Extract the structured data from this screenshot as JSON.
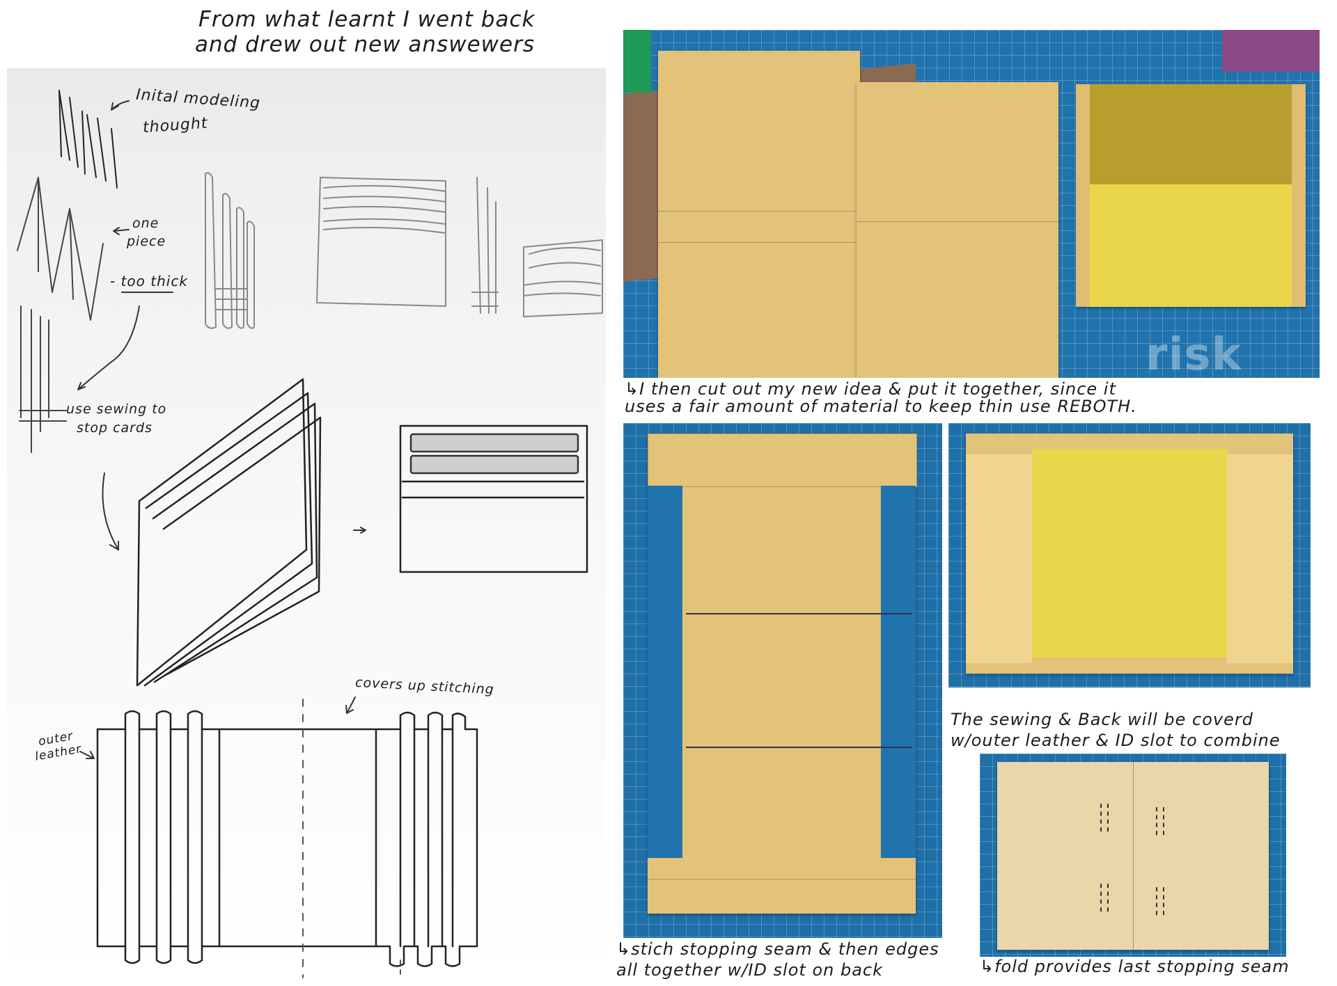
{
  "header": {
    "line1": "From what learnt I went back",
    "line2": "and drew out new answewers"
  },
  "sketch_notes": {
    "initial_modeling": "Inital modeling",
    "thought": "thought",
    "one": "one",
    "piece": "piece",
    "too_thick": "- too thick",
    "use_sewing": "use sewing to",
    "stop_cards": "stop cards",
    "covers_up": "covers up stitching",
    "outer": "outer",
    "leather": "leather"
  },
  "captions": {
    "photo1_line1": "↳I then  cut out  my new idea & put it  together, since it",
    "photo1_line2": "uses  a fair   amount of material to keep thin use  REBOTH.",
    "photo3_line1": "The sewing & Back  will be coverd",
    "photo3_line2": "w/outer leather & ID slot to combine",
    "photo2_line1": "↳stich stopping seam & then edges",
    "photo2_line2": "all together   w/ID slot on back",
    "photo4_line1": "↳fold provides last stopping seam"
  },
  "photo_text": {
    "mat_print": "risk"
  },
  "colors": {
    "mat_blue": "#1f6fa8",
    "card_tan": "#e3c27a",
    "card_yellow": "#ead64a",
    "ink": "#1c1c1c"
  }
}
